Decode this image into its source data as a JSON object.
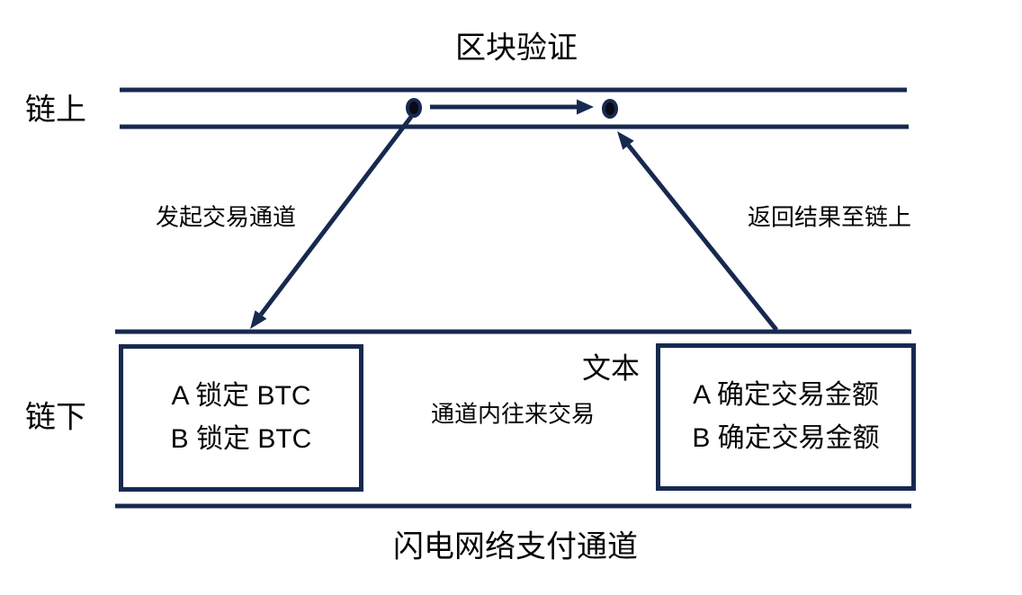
{
  "diagram": {
    "top_title": "区块验证",
    "on_chain_label": "链上",
    "off_chain_label": "链下",
    "open_channel_label": "发起交易通道",
    "return_result_label": "返回结果至链上",
    "text_caption": "文本",
    "channel_tx_label": "通道内往来交易",
    "left_box": {
      "line1": "A 锁定 BTC",
      "line2": "B 锁定 BTC"
    },
    "right_box": {
      "line1": "A 确定交易金额",
      "line2": "B 确定交易金额"
    },
    "bottom_title": "闪电网络支付通道"
  },
  "colors": {
    "line": "#17294f",
    "dot": "#0a0a14",
    "text": "#050505",
    "background": "#ffffff"
  }
}
